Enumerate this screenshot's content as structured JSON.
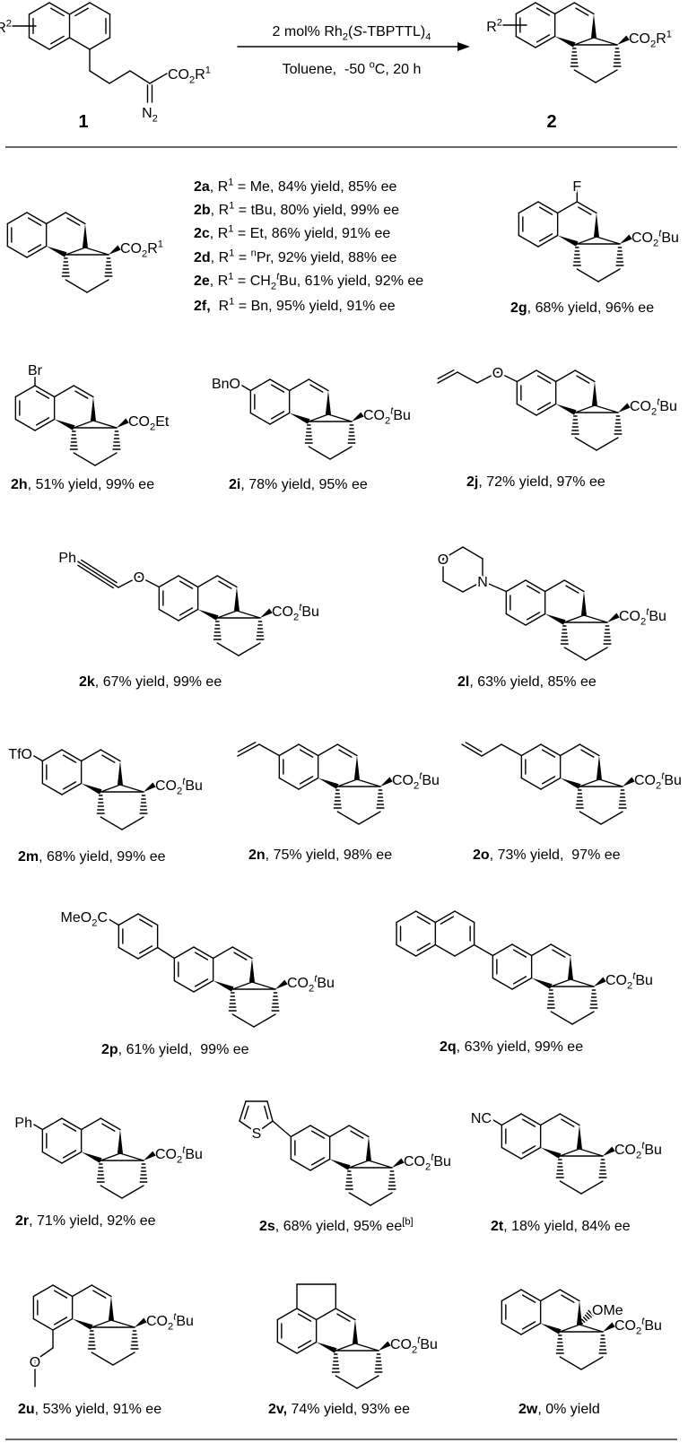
{
  "scheme": {
    "reactant_label": "1",
    "product_label": "2",
    "reactant_r2": [
      {
        "t": "R"
      },
      {
        "t": "2",
        "sup": 1
      }
    ],
    "reactant_ester": [
      {
        "t": "CO"
      },
      {
        "t": "2",
        "sub": 1
      },
      {
        "t": "R"
      },
      {
        "t": "1",
        "sup": 1
      }
    ],
    "reactant_diazo": [
      {
        "t": "N"
      },
      {
        "t": "2",
        "sub": 1
      }
    ],
    "product_r2": [
      {
        "t": "R"
      },
      {
        "t": "2",
        "sup": 1
      }
    ],
    "product_ester": [
      {
        "t": "CO"
      },
      {
        "t": "2",
        "sub": 1
      },
      {
        "t": "R"
      },
      {
        "t": "1",
        "sup": 1
      }
    ],
    "conditions_above": [
      {
        "t": "2 mol% Rh"
      },
      {
        "t": "2",
        "sub": 1
      },
      {
        "t": "("
      },
      {
        "t": "S",
        "i": 1
      },
      {
        "t": "-TBPTTL)"
      },
      {
        "t": "4",
        "sub": 1
      }
    ],
    "conditions_below": [
      {
        "t": "Toluene,  -50 "
      },
      {
        "t": "o",
        "sup": 1
      },
      {
        "t": "C, 20 h"
      }
    ]
  },
  "general_ester": [
    {
      "t": "CO"
    },
    {
      "t": "2",
      "sub": 1
    },
    {
      "t": "R"
    },
    {
      "t": "1",
      "sup": 1
    }
  ],
  "compounds": [
    {
      "id": "2a",
      "line": [
        {
          "t": "2a",
          "b": 1
        },
        {
          "t": ", R"
        },
        {
          "t": "1",
          "sup": 1
        },
        {
          "t": " = Me, 84% yield, 85% ee"
        }
      ]
    },
    {
      "id": "2b",
      "line": [
        {
          "t": "2b",
          "b": 1
        },
        {
          "t": ", R"
        },
        {
          "t": "1",
          "sup": 1
        },
        {
          "t": " = tBu, 80% yield, 99% ee"
        }
      ]
    },
    {
      "id": "2c",
      "line": [
        {
          "t": "2c",
          "b": 1
        },
        {
          "t": ", R"
        },
        {
          "t": "1",
          "sup": 1
        },
        {
          "t": " = Et, 86% yield, 91% ee"
        }
      ]
    },
    {
      "id": "2d",
      "line": [
        {
          "t": "2d",
          "b": 1
        },
        {
          "t": ", R"
        },
        {
          "t": "1",
          "sup": 1
        },
        {
          "t": " = "
        },
        {
          "t": "n",
          "sup": 1
        },
        {
          "t": "Pr, 92% yield, 88% ee"
        }
      ]
    },
    {
      "id": "2e",
      "line": [
        {
          "t": "2e",
          "b": 1
        },
        {
          "t": ", R"
        },
        {
          "t": "1",
          "sup": 1
        },
        {
          "t": " = CH"
        },
        {
          "t": "2",
          "sub": 1
        },
        {
          "t": "t",
          "sup": 1,
          "i": 1
        },
        {
          "t": "Bu, 61% yield, 92% ee"
        }
      ]
    },
    {
      "id": "2f",
      "line": [
        {
          "t": "2f,",
          "b": 1
        },
        {
          "t": "  R"
        },
        {
          "t": "1",
          "sup": 1
        },
        {
          "t": " = Bn, 95% yield, 91% ee"
        }
      ]
    },
    {
      "id": "2g",
      "line": [
        {
          "t": "2g",
          "b": 1
        },
        {
          "t": ", 68% yield, 96% ee"
        }
      ],
      "ester": [
        {
          "t": "CO"
        },
        {
          "t": "2",
          "sub": 1
        },
        {
          "t": "t",
          "sup": 1,
          "i": 1
        },
        {
          "t": "Bu"
        }
      ],
      "sub": [
        {
          "t": "F"
        }
      ]
    },
    {
      "id": "2h",
      "line": [
        {
          "t": "2h",
          "b": 1
        },
        {
          "t": ", 51% yield, 99% ee"
        }
      ],
      "ester": [
        {
          "t": "CO"
        },
        {
          "t": "2",
          "sub": 1
        },
        {
          "t": "Et"
        }
      ],
      "sub": [
        {
          "t": "Br"
        }
      ]
    },
    {
      "id": "2i",
      "line": [
        {
          "t": "2i",
          "b": 1
        },
        {
          "t": ", 78% yield, 95% ee"
        }
      ],
      "ester": [
        {
          "t": "CO"
        },
        {
          "t": "2",
          "sub": 1
        },
        {
          "t": "t",
          "sup": 1,
          "i": 1
        },
        {
          "t": "Bu"
        }
      ],
      "sub": [
        {
          "t": "BnO"
        }
      ]
    },
    {
      "id": "2j",
      "line": [
        {
          "t": "2j",
          "b": 1
        },
        {
          "t": ", 72% yield, 97% ee"
        }
      ],
      "ester": [
        {
          "t": "CO"
        },
        {
          "t": "2",
          "sub": 1
        },
        {
          "t": "t",
          "sup": 1,
          "i": 1
        },
        {
          "t": "Bu"
        }
      ],
      "sub": [
        {
          "t": "O"
        }
      ]
    },
    {
      "id": "2k",
      "line": [
        {
          "t": "2k",
          "b": 1
        },
        {
          "t": ", 67% yield, 99% ee"
        }
      ],
      "ester": [
        {
          "t": "CO"
        },
        {
          "t": "2",
          "sub": 1
        },
        {
          "t": "t",
          "sup": 1,
          "i": 1
        },
        {
          "t": "Bu"
        }
      ],
      "sub": [
        {
          "t": "O"
        }
      ],
      "sub2": [
        {
          "t": "Ph"
        }
      ]
    },
    {
      "id": "2l",
      "line": [
        {
          "t": "2l",
          "b": 1
        },
        {
          "t": ", 63% yield, 85% ee"
        }
      ],
      "ester": [
        {
          "t": "CO"
        },
        {
          "t": "2",
          "sub": 1
        },
        {
          "t": "t",
          "sup": 1,
          "i": 1
        },
        {
          "t": "Bu"
        }
      ],
      "sub": [
        {
          "t": "N"
        }
      ],
      "sub2": [
        {
          "t": "O"
        }
      ]
    },
    {
      "id": "2m",
      "line": [
        {
          "t": "2m",
          "b": 1
        },
        {
          "t": ", 68% yield, 99% ee"
        }
      ],
      "ester": [
        {
          "t": "CO"
        },
        {
          "t": "2",
          "sub": 1
        },
        {
          "t": "t",
          "sup": 1,
          "i": 1
        },
        {
          "t": "Bu"
        }
      ],
      "sub": [
        {
          "t": "TfO"
        }
      ]
    },
    {
      "id": "2n",
      "line": [
        {
          "t": "2n",
          "b": 1
        },
        {
          "t": ", 75% yield, 98% ee"
        }
      ],
      "ester": [
        {
          "t": "CO"
        },
        {
          "t": "2",
          "sub": 1
        },
        {
          "t": "t",
          "sup": 1,
          "i": 1
        },
        {
          "t": "Bu"
        }
      ]
    },
    {
      "id": "2o",
      "line": [
        {
          "t": "2o",
          "b": 1
        },
        {
          "t": ", 73% yield,  97% ee"
        }
      ],
      "ester": [
        {
          "t": "CO"
        },
        {
          "t": "2",
          "sub": 1
        },
        {
          "t": "t",
          "sup": 1,
          "i": 1
        },
        {
          "t": "Bu"
        }
      ]
    },
    {
      "id": "2p",
      "line": [
        {
          "t": "2p",
          "b": 1
        },
        {
          "t": ", 61% yield,  99% ee"
        }
      ],
      "ester": [
        {
          "t": "CO"
        },
        {
          "t": "2",
          "sub": 1
        },
        {
          "t": "t",
          "sup": 1,
          "i": 1
        },
        {
          "t": "Bu"
        }
      ],
      "sub": [
        {
          "t": "MeO"
        },
        {
          "t": "2",
          "sub": 1
        },
        {
          "t": "C"
        }
      ]
    },
    {
      "id": "2q",
      "line": [
        {
          "t": "2q",
          "b": 1
        },
        {
          "t": ", 63% yield, 99% ee"
        }
      ],
      "ester": [
        {
          "t": "CO"
        },
        {
          "t": "2",
          "sub": 1
        },
        {
          "t": "t",
          "sup": 1,
          "i": 1
        },
        {
          "t": "Bu"
        }
      ]
    },
    {
      "id": "2r",
      "line": [
        {
          "t": "2r",
          "b": 1
        },
        {
          "t": ", 71% yield, 92% ee"
        }
      ],
      "ester": [
        {
          "t": "CO"
        },
        {
          "t": "2",
          "sub": 1
        },
        {
          "t": "t",
          "sup": 1,
          "i": 1
        },
        {
          "t": "Bu"
        }
      ],
      "sub": [
        {
          "t": "Ph"
        }
      ]
    },
    {
      "id": "2s",
      "line": [
        {
          "t": "2s",
          "b": 1
        },
        {
          "t": ", 68% yield, 95% ee"
        },
        {
          "t": "[b]",
          "sup": 1
        }
      ],
      "ester": [
        {
          "t": "CO"
        },
        {
          "t": "2",
          "sub": 1
        },
        {
          "t": "t",
          "sup": 1,
          "i": 1
        },
        {
          "t": "Bu"
        }
      ],
      "sub": [
        {
          "t": "S"
        }
      ]
    },
    {
      "id": "2t",
      "line": [
        {
          "t": "2t",
          "b": 1
        },
        {
          "t": ", 18% yield, 84% ee"
        }
      ],
      "ester": [
        {
          "t": "CO"
        },
        {
          "t": "2",
          "sub": 1
        },
        {
          "t": "t",
          "sup": 1,
          "i": 1
        },
        {
          "t": "Bu"
        }
      ],
      "sub": [
        {
          "t": "NC"
        }
      ]
    },
    {
      "id": "2u",
      "line": [
        {
          "t": "2u",
          "b": 1
        },
        {
          "t": ", 53% yield, 91% ee"
        }
      ],
      "ester": [
        {
          "t": "CO"
        },
        {
          "t": "2",
          "sub": 1
        },
        {
          "t": "t",
          "sup": 1,
          "i": 1
        },
        {
          "t": "Bu"
        }
      ],
      "sub": [
        {
          "t": "O"
        }
      ]
    },
    {
      "id": "2v",
      "line": [
        {
          "t": "2v,",
          "b": 1
        },
        {
          "t": " 74% yield, 93% ee"
        }
      ],
      "ester": [
        {
          "t": "CO"
        },
        {
          "t": "2",
          "sub": 1
        },
        {
          "t": "t",
          "sup": 1,
          "i": 1
        },
        {
          "t": "Bu"
        }
      ]
    },
    {
      "id": "2w",
      "line": [
        {
          "t": "2w",
          "b": 1
        },
        {
          "t": ", 0% yield"
        }
      ],
      "ester": [
        {
          "t": "CO"
        },
        {
          "t": "2",
          "sub": 1
        },
        {
          "t": "t",
          "sup": 1,
          "i": 1
        },
        {
          "t": "Bu"
        }
      ],
      "sub": [
        {
          "t": "OMe"
        }
      ]
    }
  ]
}
